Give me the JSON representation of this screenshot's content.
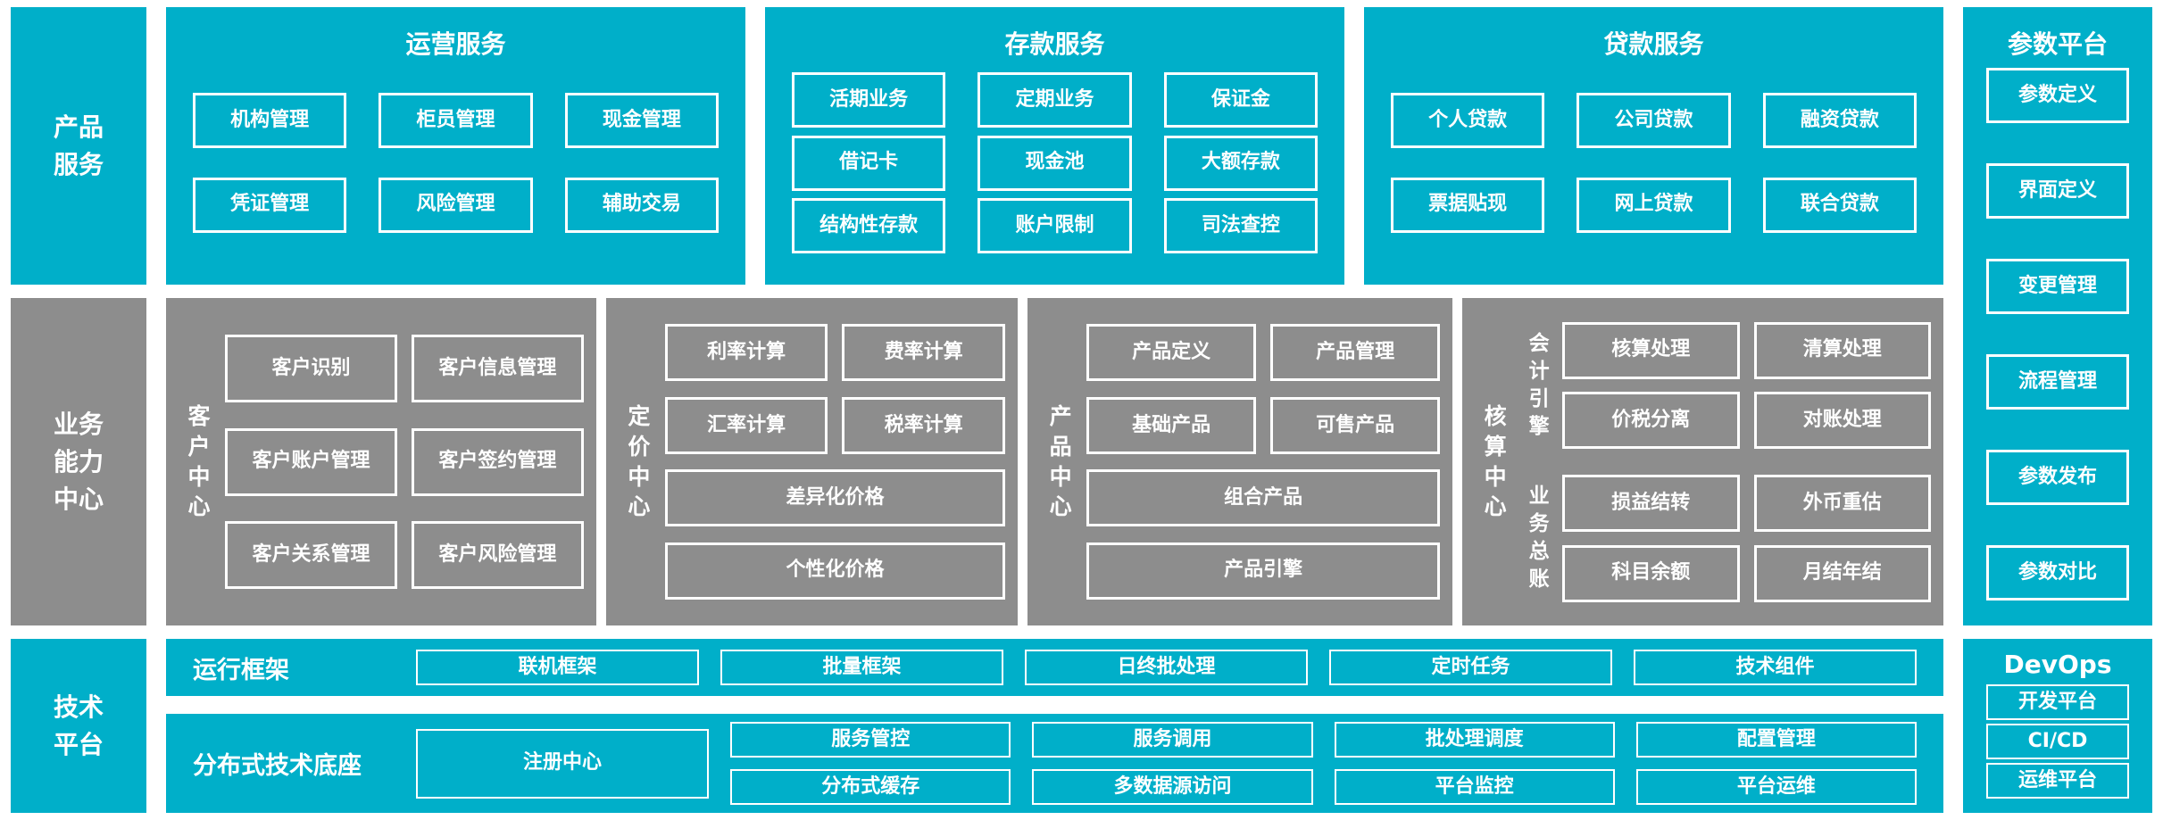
{
  "colors": {
    "teal": "#00AFC9",
    "gray": "#8D8D8D",
    "text": "#FFFFFF"
  },
  "sections": {
    "product": {
      "side_label": "产品服务",
      "groups": {
        "operations": {
          "title": "运营服务",
          "items": [
            "机构管理",
            "柜员管理",
            "现金管理",
            "凭证管理",
            "风险管理",
            "辅助交易"
          ]
        },
        "deposit": {
          "title": "存款服务",
          "items": [
            "活期业务",
            "定期业务",
            "保证金",
            "借记卡",
            "现金池",
            "大额存款",
            "结构性存款",
            "账户限制",
            "司法查控"
          ]
        },
        "loan": {
          "title": "贷款服务",
          "items": [
            "个人贷款",
            "公司贷款",
            "融资贷款",
            "票据贴现",
            "网上贷款",
            "联合贷款"
          ]
        }
      }
    },
    "capability": {
      "side_label": "业务能力中心",
      "customer": {
        "label": "客户中心",
        "items": [
          "客户识别",
          "客户信息管理",
          "客户账户管理",
          "客户签约管理",
          "客户关系管理",
          "客户风险管理"
        ]
      },
      "pricing": {
        "label": "定价中心",
        "items": [
          "利率计算",
          "费率计算",
          "汇率计算",
          "税率计算"
        ],
        "wide_items": [
          "差异化价格",
          "个性化价格"
        ]
      },
      "product_center": {
        "label": "产品中心",
        "items": [
          "产品定义",
          "产品管理",
          "基础产品",
          "可售产品"
        ],
        "wide_items": [
          "组合产品",
          "产品引擎"
        ]
      },
      "accounting": {
        "label": "核算中心",
        "engine": {
          "label": "会计引擎",
          "items": [
            "核算处理",
            "清算处理",
            "价税分离",
            "对账处理"
          ]
        },
        "ledger": {
          "label": "业务总账",
          "items": [
            "损益结转",
            "外币重估",
            "科目余额",
            "月结年结"
          ]
        }
      }
    },
    "tech": {
      "side_label": "技术平台",
      "runtime": {
        "label": "运行框架",
        "items": [
          "联机框架",
          "批量框架",
          "日终批处理",
          "定时任务",
          "技术组件"
        ]
      },
      "distributed": {
        "label": "分布式技术底座",
        "registry": "注册中心",
        "row1": [
          "服务管控",
          "服务调用",
          "批处理调度",
          "配置管理"
        ],
        "row2": [
          "分布式缓存",
          "多数据源访问",
          "平台监控",
          "平台运维"
        ]
      }
    },
    "parameter": {
      "title": "参数平台",
      "items": [
        "参数定义",
        "界面定义",
        "变更管理",
        "流程管理",
        "参数发布",
        "参数对比"
      ]
    },
    "devops": {
      "title": "DevOps",
      "items": [
        "开发平台",
        "CI/CD",
        "运维平台"
      ]
    }
  }
}
